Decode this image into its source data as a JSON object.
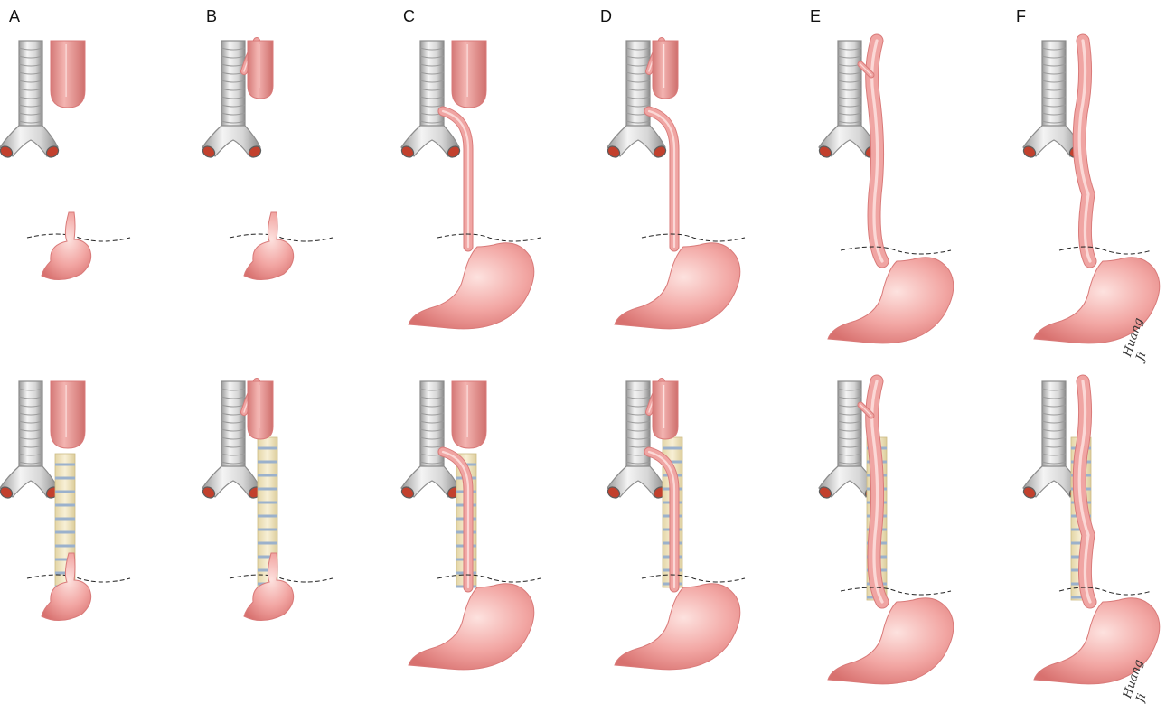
{
  "panels": [
    {
      "label": "A",
      "variant": "upper-pouch-lower-tail"
    },
    {
      "label": "B",
      "variant": "upper-tracheal-fistula-lower-tail"
    },
    {
      "label": "C",
      "variant": "lower-fistula-to-trachea"
    },
    {
      "label": "D",
      "variant": "double-fistula"
    },
    {
      "label": "E",
      "variant": "h-type-fistula"
    },
    {
      "label": "F",
      "variant": "esophageal-stenosis"
    }
  ],
  "signature": "Huang Ji",
  "colors": {
    "organ": "#f0a5a3",
    "organ_dark": "#d97a79",
    "organ_light": "#fbd8d6",
    "trachea": "#e6e6e6",
    "trachea_dark": "#8c8c8c",
    "stent": "#f1e6c2",
    "stent_ring": "#9bb1cc",
    "bronchus_hole": "#c2402d"
  }
}
